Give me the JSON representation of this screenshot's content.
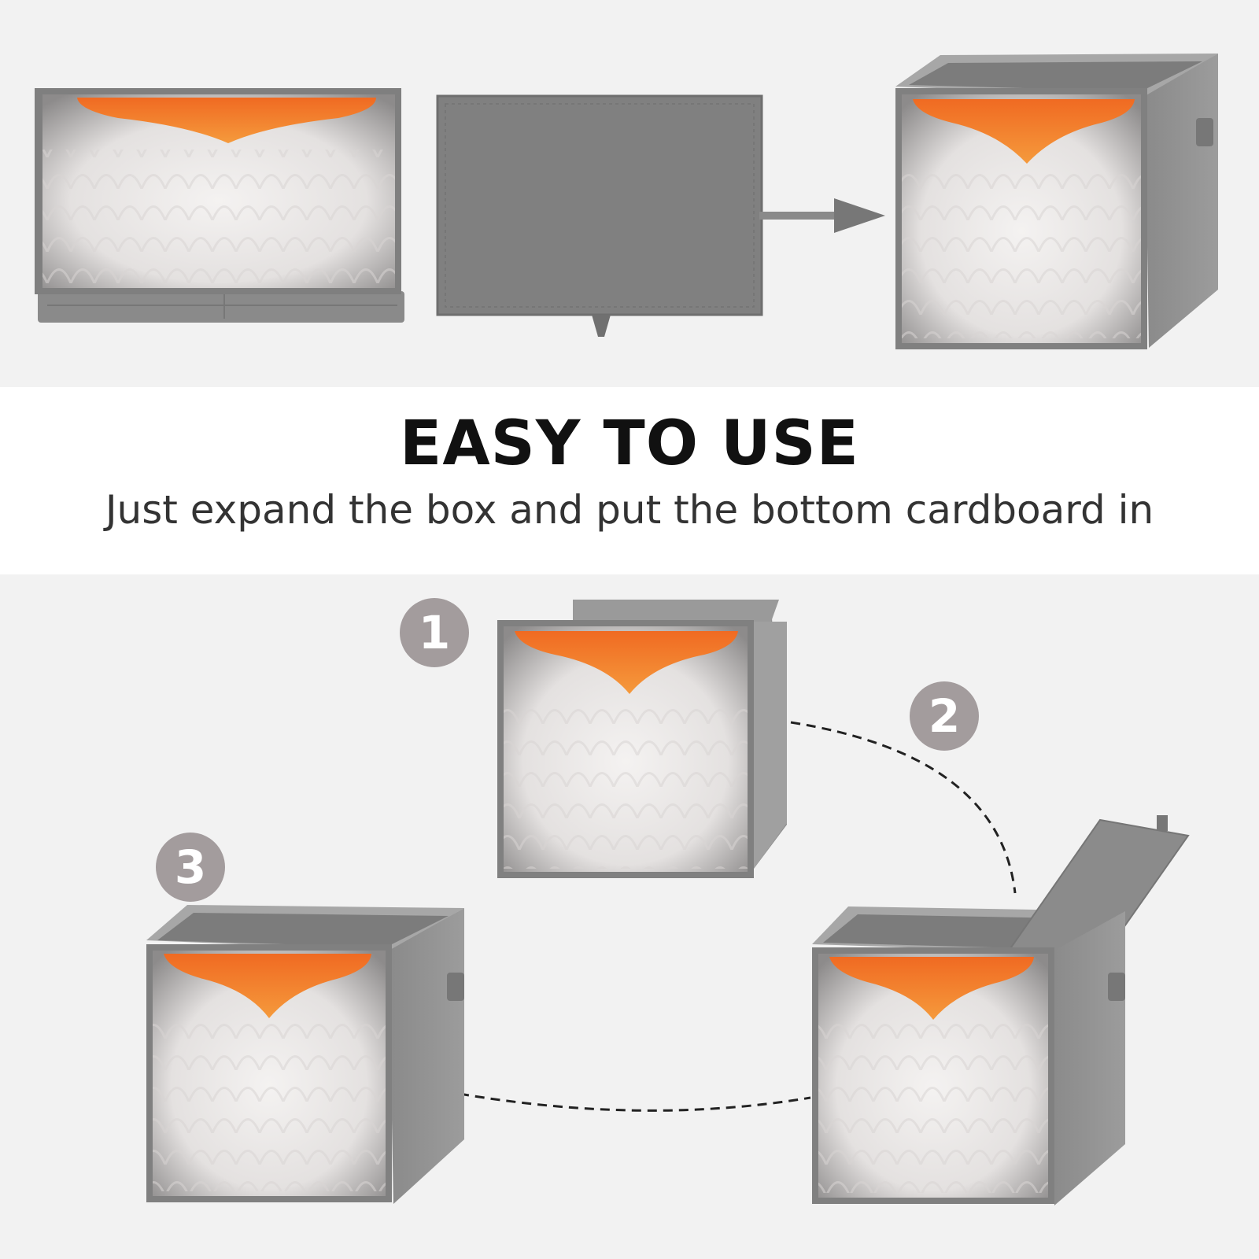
{
  "header": {
    "title": "EASY TO USE",
    "subtitle": "Just expand the box and put the bottom cardboard in"
  },
  "steps": [
    {
      "number": "1"
    },
    {
      "number": "2"
    },
    {
      "number": "3"
    }
  ],
  "colors": {
    "fabric_gray": "#808080",
    "beak_orange": "#f07a2a",
    "feather_white": "#eeeeee",
    "badge_gray": "#a39c9d"
  },
  "icons": {
    "arrow": "right-arrow-icon",
    "path": "dashed-curve"
  }
}
